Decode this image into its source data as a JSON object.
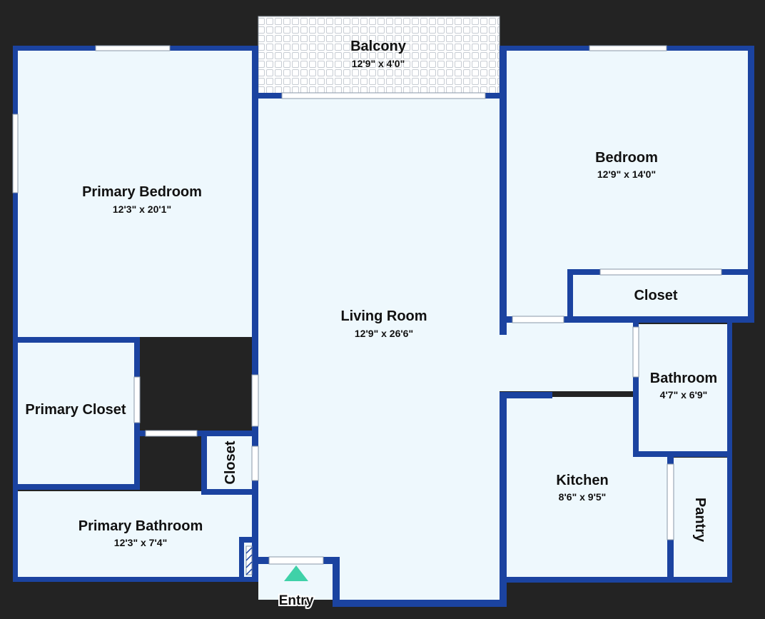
{
  "colors": {
    "background": "#232323",
    "floor": "#eef8fd",
    "wall": "#1b43a0",
    "window": "#ffffff",
    "balcony_tile": "#c7ccd3",
    "entry_marker": "#3fd1a8",
    "text": "#111111"
  },
  "rooms": {
    "balcony": {
      "name": "Balcony",
      "dims": "12'9\" x 4'0\""
    },
    "primary_bedroom": {
      "name": "Primary Bedroom",
      "dims": "12'3\" x 20'1\""
    },
    "living_room": {
      "name": "Living Room",
      "dims": "12'9\" x 26'6\""
    },
    "bedroom": {
      "name": "Bedroom",
      "dims": "12'9\" x 14'0\""
    },
    "bedroom_closet": {
      "name": "Closet"
    },
    "bathroom": {
      "name": "Bathroom",
      "dims": "4'7\" x 6'9\""
    },
    "primary_closet": {
      "name": "Primary Closet"
    },
    "hall_closet": {
      "name": "Closet"
    },
    "kitchen": {
      "name": "Kitchen",
      "dims": "8'6\" x 9'5\""
    },
    "pantry": {
      "name": "Pantry"
    },
    "primary_bathroom": {
      "name": "Primary Bathroom",
      "dims": "12'3\" x 7'4\""
    }
  },
  "entry": {
    "label": "Entry",
    "icon": "entry-arrow-icon"
  }
}
